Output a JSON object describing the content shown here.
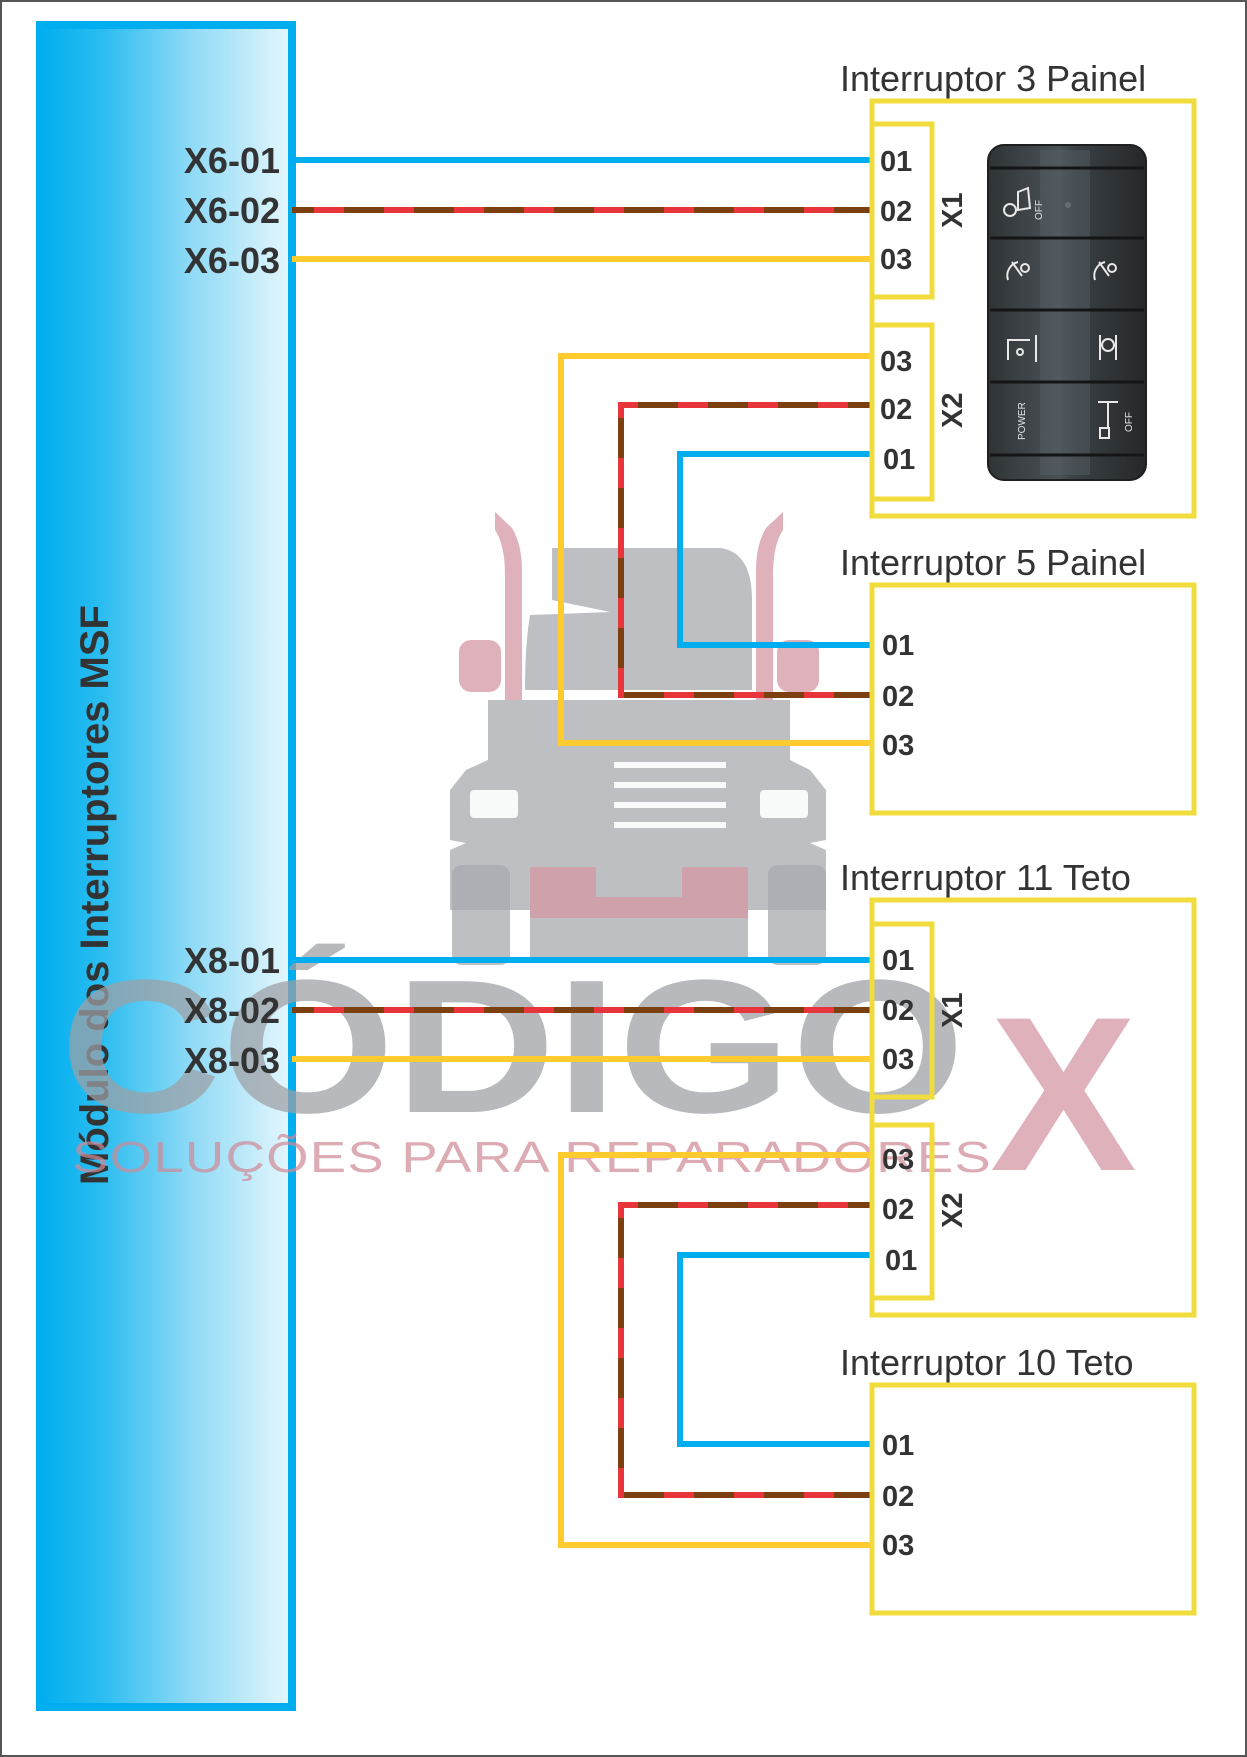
{
  "module": {
    "title": "Módulo dos Interruptores MSF",
    "pins_x6": [
      "X6-01",
      "X6-02",
      "X6-03"
    ],
    "pins_x8": [
      "X8-01",
      "X8-02",
      "X8-03"
    ]
  },
  "switches": [
    {
      "title": "Interruptor 3 Painel",
      "connectors": [
        {
          "name": "X1",
          "pins": [
            "01",
            "02",
            "03"
          ]
        },
        {
          "name": "X2",
          "pins": [
            "03",
            "02",
            "01"
          ]
        }
      ],
      "panel_photo": {
        "buttons": [
          "parking-brake-off",
          "suspension-lower",
          "suspension-raise",
          "fifth-wheel-height",
          "differential-lock",
          "POWER",
          "axle-lift-off"
        ],
        "power_label": "POWER",
        "off_label": "OFF"
      }
    },
    {
      "title": "Interruptor 5 Painel",
      "pins": [
        "01",
        "02",
        "03"
      ]
    },
    {
      "title": "Interruptor 11 Teto",
      "connectors": [
        {
          "name": "X1",
          "pins": [
            "01",
            "02",
            "03"
          ]
        },
        {
          "name": "X2",
          "pins": [
            "03",
            "02",
            "01"
          ]
        }
      ]
    },
    {
      "title": "Interruptor 10 Teto",
      "pins": [
        "01",
        "02",
        "03"
      ]
    }
  ],
  "wires": {
    "pin01": {
      "color": "#00aeef",
      "style": "solid"
    },
    "pin02": {
      "color": "#7b3f10",
      "stripe": "#e8353b",
      "style": "striped"
    },
    "pin03": {
      "color": "#ffcb2f",
      "style": "solid"
    }
  },
  "colors": {
    "module_border": "#00aeef",
    "module_fill_start": "#00aeef",
    "module_fill_end": "#e6f7fd",
    "switch_box_border": "#f0dc3c",
    "text": "#333333",
    "frame": "#555555"
  },
  "watermark": {
    "brand_main": "CÓDIGO",
    "brand_x": "X",
    "tagline": "SOLUÇÕES PARA REPARADORES"
  }
}
